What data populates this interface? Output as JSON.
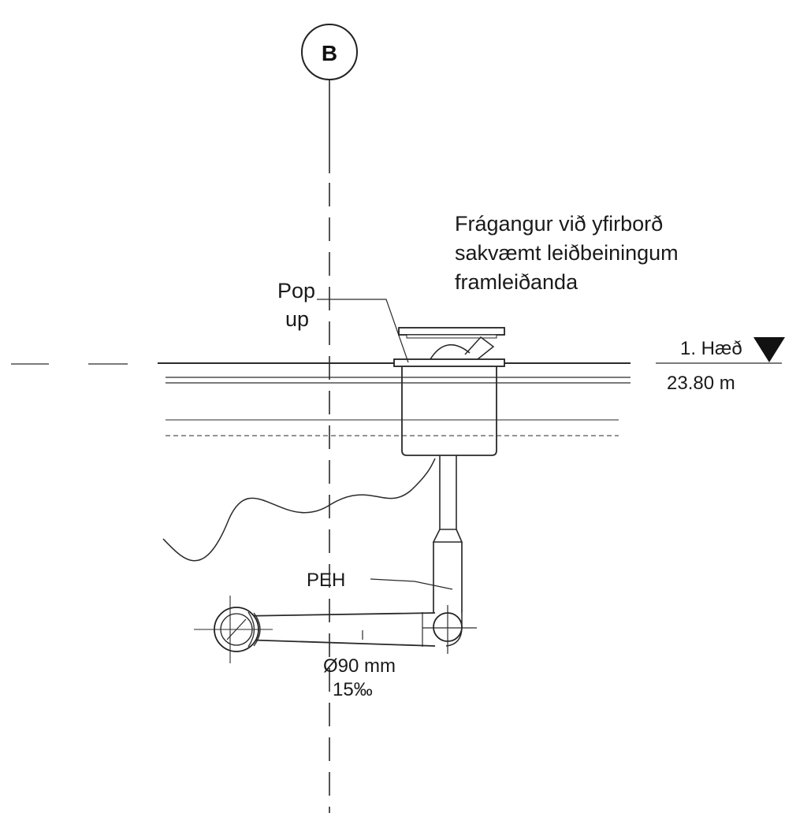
{
  "grid_bubble": {
    "label": "B"
  },
  "annotations": {
    "finish_note": [
      "Frágangur við yfirborð",
      "sakvæmt leiðbeiningum",
      "framleiðanda"
    ],
    "popup_label": [
      "Pop",
      "up"
    ],
    "pipe_material": "PEH",
    "pipe_diameter": "Ø90 mm",
    "pipe_slope": "15‰"
  },
  "level_marker": {
    "name": "1. Hæð",
    "elevation": "23.80 m"
  },
  "colors": {
    "line": "#2a2a2a",
    "background": "#ffffff"
  }
}
